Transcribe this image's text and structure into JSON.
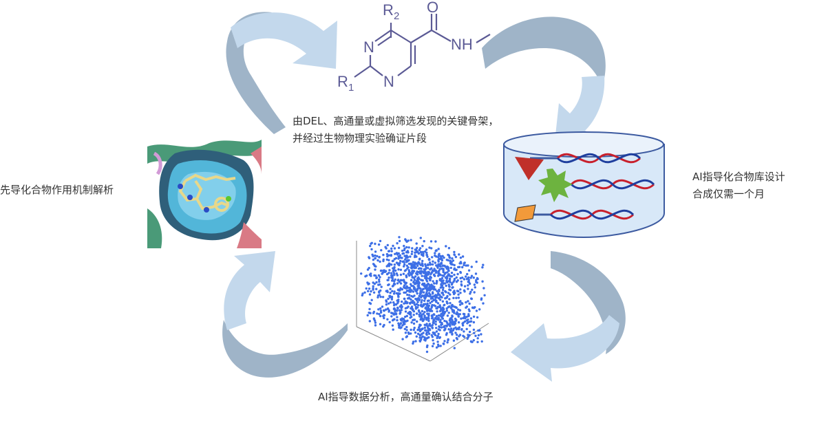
{
  "labels": {
    "scaffold_line1": "由DEL、高通量或虚拟筛选发现的关键骨架，",
    "scaffold_line2": "并经过生物物理实验确证片段",
    "library_line1": "AI指导化合物库设计",
    "library_line2": "合成仅需一个月",
    "mechanism": "先导化合物作用机制解析",
    "analysis": "AI指导数据分析，高通量确认结合分子"
  },
  "molecule": {
    "r2": "R",
    "r2_sub": "2",
    "r1": "R",
    "r1_sub": "1",
    "oxygen": "O",
    "nh": "NH",
    "n_top": "N",
    "n_bottom": "N"
  },
  "colors": {
    "arrow_light": "#c3d8ec",
    "arrow_dark": "#9fb4c8",
    "molecule": "#5b5a95",
    "scatter_dot": "#3d6fe6",
    "dna_red": "#c8202c",
    "dna_blue": "#1f3f9e",
    "cylinder_fill": "#d8e8f8",
    "cylinder_stroke": "#3c5aa0",
    "triangle": "#c0302a",
    "star": "#6db33f",
    "square": "#f29a3a"
  },
  "icons": {
    "arrows": "circular-flow-arrows",
    "library": "dna-cylinder-icon",
    "protein": "protein-pocket-image",
    "scatter": "3d-scatter-plot-image"
  }
}
